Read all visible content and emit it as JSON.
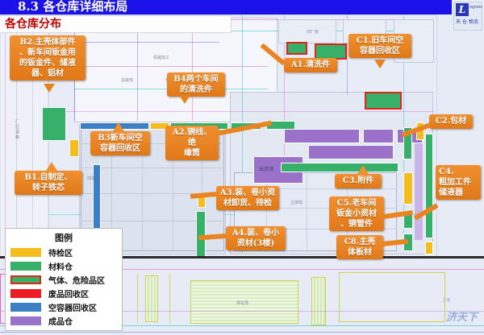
{
  "header": {
    "section_number": "8.3",
    "title": "8.3 各仓库详细布局",
    "subtitle": "各仓库分布"
  },
  "brand": {
    "logo_letter": "L",
    "logo_latin": "ogiwis",
    "logo_cn": "天 仓 物流",
    "watermark": "济天下",
    "watermark_small": "上海"
  },
  "legend": {
    "title": "图例",
    "items": [
      {
        "label": "待检区",
        "swatch": "yellow",
        "color": "#f5bc1e"
      },
      {
        "label": "材料仓",
        "swatch": "green",
        "color": "#37b06a"
      },
      {
        "label": "气体、危险品区",
        "swatch": "gas",
        "color": "#37b06a",
        "border": "#e1251b"
      },
      {
        "label": "废品回收区",
        "swatch": "red",
        "color": "#ee1c25"
      },
      {
        "label": "空容器回收区",
        "swatch": "blue",
        "color": "#3b7fc4"
      },
      {
        "label": "成品仓",
        "swatch": "purple",
        "color": "#9b72c9"
      }
    ]
  },
  "map": {
    "inline_labels": [
      {
        "text": "出货场"
      },
      {
        "text": "新厂房"
      },
      {
        "text": "旧厂房"
      },
      {
        "text": "停车场"
      }
    ]
  },
  "callouts": [
    {
      "id": "B2",
      "text": "B2.主壳体部件、新车间钣金用的钣金件、储液器、铝材"
    },
    {
      "id": "B1",
      "text": "B1.自制定、转子铁芯"
    },
    {
      "id": "B3",
      "text": "B3新车间空容器回收区"
    },
    {
      "id": "B4",
      "text": "B4两个车间的清洗件"
    },
    {
      "id": "A2",
      "text": "A2.铜线、绝缘筒"
    },
    {
      "id": "A1",
      "text": "A1.清洗件"
    },
    {
      "id": "C1",
      "text": "C1.旧车间空容器回收区"
    },
    {
      "id": "C2",
      "text": "C2.包材"
    },
    {
      "id": "C3",
      "text": "C3.附件"
    },
    {
      "id": "C4",
      "text": "C4.粗加工件储液器"
    },
    {
      "id": "C5",
      "text": "C5.老车间钣金小资材、铜管件"
    },
    {
      "id": "C8",
      "text": "C8.主壳体板材"
    },
    {
      "id": "A3",
      "text": "A3.装、卷小资材卸货、待检"
    },
    {
      "id": "A4",
      "text": "A4.装、卷小资材(3楼)"
    }
  ],
  "callout_lines": {
    "B2": "B2.主壳体部件\n、新车间钣金用\n的钣金件、储液\n器、铝材",
    "B1": "B1.自制定、\n转子铁芯",
    "B3": "B3新车间空\n容器回收区",
    "B4": "B4两个车间\n的清洗件",
    "A2": "A2.铜线、绝\n缘筒",
    "A1": "A1.清洗件",
    "C1": "C1.旧车间空\n容器回收区",
    "C2": "C2.包材",
    "C3": "C3.附件",
    "C4": "C4.\n粗加工件\n储液器",
    "C5": "C5.老车间\n钣金小资材\n、铜管件",
    "C8": "C8.主壳\n体板材",
    "A3": "A3.装、卷小资\n材卸货、待检",
    "A4": "A4.装、卷小\n资材(3楼)"
  },
  "colors": {
    "header_bg": "#1a12e8",
    "header_fg": "#ffffff",
    "subtitle_fg": "#c00000",
    "callout_bg": "#e8821d",
    "map_bg": "#e6ebf5"
  }
}
